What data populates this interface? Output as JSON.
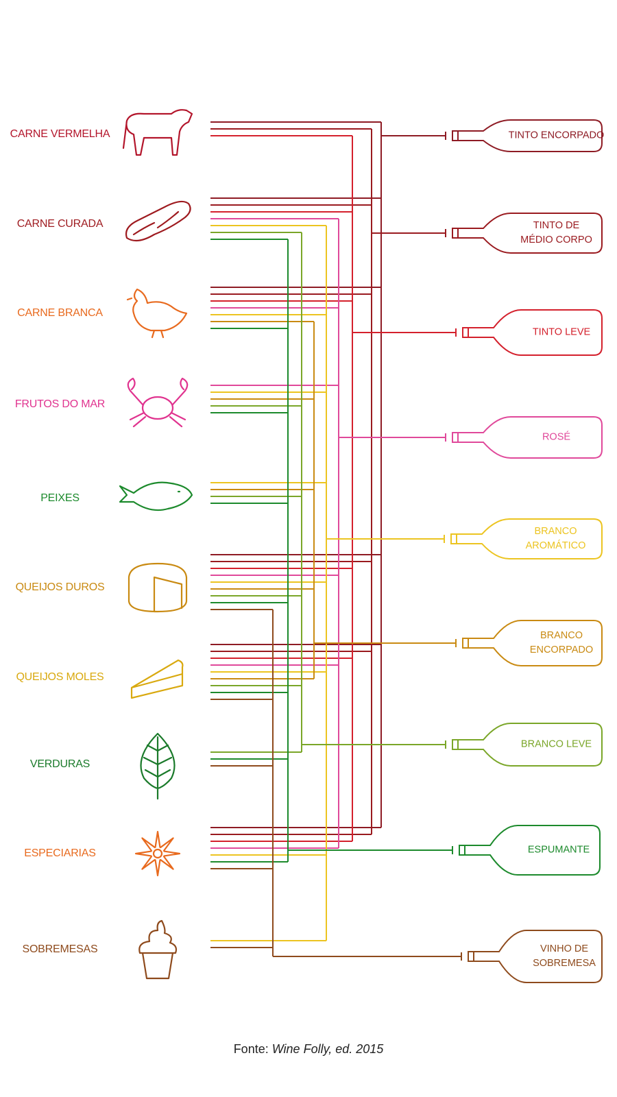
{
  "foods": [
    {
      "label": "CARNE VERMELHA",
      "icon": "cow-icon",
      "color": "#b3152b"
    },
    {
      "label": "CARNE CURADA",
      "icon": "cured-meat-icon",
      "color": "#9e1a1f"
    },
    {
      "label": "CARNE BRANCA",
      "icon": "chicken-icon",
      "color": "#e86a1e"
    },
    {
      "label": "FRUTOS DO MAR",
      "icon": "crab-icon",
      "color": "#e0338f"
    },
    {
      "label": "PEIXES",
      "icon": "fish-icon",
      "color": "#1c8a2c"
    },
    {
      "label": "QUEIJOS DUROS",
      "icon": "hard-cheese-icon",
      "color": "#c98a12"
    },
    {
      "label": "QUEIJOS MOLES",
      "icon": "soft-cheese-icon",
      "color": "#d9a90f"
    },
    {
      "label": "VERDURAS",
      "icon": "leaf-icon",
      "color": "#1a7a2a"
    },
    {
      "label": "ESPECIARIAS",
      "icon": "star-anise-icon",
      "color": "#e86a1e"
    },
    {
      "label": "SOBREMESAS",
      "icon": "ice-cream-icon",
      "color": "#8e4a1c"
    }
  ],
  "wines": [
    {
      "lines": [
        "TINTO ENCORPADO"
      ],
      "color": "#8e1b24"
    },
    {
      "lines": [
        "TINTO DE",
        "MÉDIO CORPO"
      ],
      "color": "#9a1a1f"
    },
    {
      "lines": [
        "TINTO LEVE"
      ],
      "color": "#d4202c"
    },
    {
      "lines": [
        "ROSÉ"
      ],
      "color": "#e0489a"
    },
    {
      "lines": [
        "BRANCO",
        "AROMÁTICO"
      ],
      "color": "#ecc420"
    },
    {
      "lines": [
        "BRANCO",
        "ENCORPADO"
      ],
      "color": "#c98a12"
    },
    {
      "lines": [
        "BRANCO LEVE"
      ],
      "color": "#7aa628"
    },
    {
      "lines": [
        "ESPUMANTE"
      ],
      "color": "#1c8a2c"
    },
    {
      "lines": [
        "VINHO DE",
        "SOBREMESA"
      ],
      "color": "#8e4a1c"
    }
  ],
  "pairings": [
    [
      0,
      1,
      2
    ],
    [
      0,
      1,
      2,
      3,
      4,
      6,
      7
    ],
    [
      0,
      1,
      2,
      3,
      4,
      5,
      7
    ],
    [
      3,
      4,
      5,
      6,
      7
    ],
    [
      4,
      5,
      6,
      7
    ],
    [
      0,
      1,
      2,
      3,
      4,
      5,
      6,
      7,
      8
    ],
    [
      0,
      1,
      2,
      3,
      4,
      5,
      6,
      7,
      8
    ],
    [
      6,
      7,
      8
    ],
    [
      0,
      1,
      2,
      3,
      4,
      7,
      8
    ],
    [
      4,
      8
    ]
  ],
  "source": {
    "prefix": "Fonte: ",
    "text": "Wine Folly, ed. 2015"
  }
}
